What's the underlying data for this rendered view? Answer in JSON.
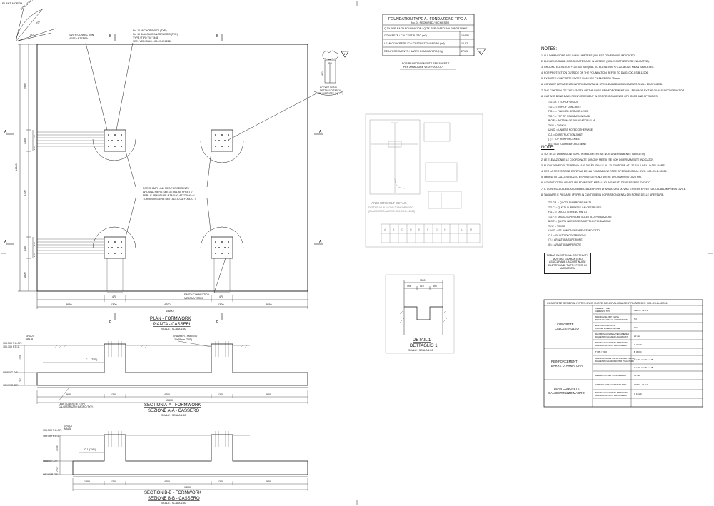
{
  "north": {
    "plant_north": "PLANT NORTH",
    "site_north": "SITE NORTH",
    "label_ss": "SS",
    "angle": "40°"
  },
  "plan": {
    "earth_top": [
      "EARTH CONNECTION",
      "MESSA A TERRA"
    ],
    "bolts_note": [
      "No. 10 ANCHOR BOLTS (TYP.)",
      "No. 10 BULLONI D'ANCORAGGIO (TYP.)",
      "TYPE / TIPO \"M4\" M48",
      "SEE / VEDI DWG. 000-CS-D-12260"
    ],
    "pocket": [
      "POCKET DETAIL",
      "DETTAGLIO TASCA",
      "SEE / VEDI DET. 1 (TYP.)"
    ],
    "shear_note": [
      "FOR SHEAR LINK REINFORCEMENTS",
      "AROUND PIERS SEE DETAIL AT SHEET 7",
      "PER LE ARMATURE A TAGLIO ATTORNO AI",
      "TORRINI VEDERE DETTAGLIO AL FOGLIO 7"
    ],
    "earth_bottom": [
      "EARTH CONNECTION",
      "MESSA A TERRA"
    ],
    "dims_bottom": [
      "3650",
      "1300",
      "4700",
      "1300",
      "3650"
    ],
    "dim_pier": [
      "470",
      "470"
    ],
    "dim_total": "15600",
    "dims_left": [
      "4950",
      "1300",
      "4700",
      "1300",
      "1600"
    ],
    "dim_left_total": "14300",
    "dims_pier_small": [
      "270",
      "270",
      "270",
      "270"
    ],
    "pocket_dims": [
      "350",
      "450"
    ],
    "section_a": "A",
    "section_b": "B",
    "title": "PLAN - FORMWORK",
    "title_it": "PIANTA - CASSERI",
    "scale": "SCALE / SCALA 1:50"
  },
  "foundation_table": {
    "title": "FOUNDATION TYPE A / FONDAZIONE TIPO A",
    "subtitle": "No. 01 REQUIRED / RICHIESTO",
    "header": "Q.TY FOR EACH FOUNDATION / Q.TA' PER CIASCUNA FONDAZIONE",
    "rows": [
      {
        "label": "CONCRETE / CALCESTRUZZO (m³)",
        "value": "154.50"
      },
      {
        "label": "LEAN CONCRETE / CALCESTRUZZO MAGRO (m³)",
        "value": "10.97"
      },
      {
        "label": "REINFORCEMENTS / BARRE DI ARMATURA (Kg)",
        "value": "27128"
      }
    ],
    "rev": "4",
    "reinf_note": [
      "FOR REINFORCEMENTS SEE SHEET 7",
      "PER ARMATURE VEDI FOGLIO 7"
    ]
  },
  "anchor_detail": {
    "title": "ANCHOR BOLT DETAIL",
    "title_it": [
      "DETTAGLIO BULLONE D'ANCORAGGIO",
      "(IN ACCORDO AL DWG. 000-CS-D-12260)"
    ],
    "table_headers": [
      "A",
      "B",
      "C",
      "D",
      "E",
      "F",
      "G",
      "H",
      "I",
      "L",
      "M"
    ]
  },
  "detail1": {
    "dims_top": [
      "495",
      "510",
      "495"
    ],
    "dim_total": "1500",
    "title": "DETAIL 1",
    "title_it": "DETTAGLIO 1",
    "scale": "SCALE / SCALA 1:20"
  },
  "section_aa": {
    "levels": [
      "100.500 T.O.GR.",
      "100.300 F.G.L.",
      "98.800 T.O.F.",
      "98.100 B.O.F."
    ],
    "grout": [
      "GROUT",
      "MALTA"
    ],
    "chamfer": [
      "CHAMFER / SMUSSO",
      "25x25mm (TYP.)"
    ],
    "cj": "C.J. (TYP.)",
    "lean": [
      "LEAN CONCRETE (TYP.)",
      "CALCESTRUZZO MAGRO (TYP.)"
    ],
    "dim_v": [
      "1075",
      "700"
    ],
    "dims": [
      "3650",
      "1300",
      "4700",
      "1300",
      "3650"
    ],
    "total": "15600",
    "title": "SECTION A-A - FORMWORK",
    "title_it": "SEZIONE A-A - CASSERO",
    "scale": "SCALE / SCALA 1:50"
  },
  "section_bb": {
    "levels": [
      "100.500 T.O.GR.",
      "100.300 F.G.L.",
      "98.800 T.O.F.",
      "98.100 B.O.F."
    ],
    "grout": [
      "GROUT",
      "MALTA"
    ],
    "cj": "C.J. (TYP.)",
    "dim_v": [
      "1075",
      "700"
    ],
    "dims": [
      "1950",
      "1300",
      "4700",
      "1300",
      "4650"
    ],
    "total": "14300",
    "title": "SECTION B-B - FORMWORK",
    "title_it": "SEZIONE B-B - CASSERO",
    "scale": "SCALE / SCALA 1:50"
  },
  "notes_en": {
    "title": "NOTES:",
    "items": [
      "1. ALL DIMENSIONS ARE IN MILLIMETERS (UNLESS OTHERWISE INDICATED).",
      "2. ELEVATIONS AND COORDINATES ARE IN METERS (UNLESS OTHERWISE INDICATED).",
      "3. GROUND ELEVATION +100.300 IS EQUAL TO ELEVATION +77.20 ABOVE MEAN SEA LEVEL.",
      "4. FOR PROTECTION OUTSIDE OF THE FOUNDATION REFER TO DWG. 000-CS-B-12206.",
      "5. EXPOSED CONCRETE EDGES SHALL BE CHAMFERED 25 mm.",
      "6. CONTACT BETWEEN REINFORCEMENT AND STEEL EMBEDDED ELEMENTS SHALL BE AVOIDED.",
      "7. THE CONTROL OF THE LENGTH OF THE BARS REINFORCEMENT WILL BE MADE BY THE CIVIL SUBCONTRACTOR.",
      "8. CUT AND BEND BARS REINFORCEMENT IN CORRESPONDENCE OF HOLES AND OPENINGS."
    ],
    "abbr": [
      "T.O.GR. = TOP OF GROUT",
      "T.O.C. = TOP OF CONCRETE",
      "F.G.L. = FINISHED GROUND LEVEL",
      "T.O.F. = TOP OF FOUNDATION SLAB",
      "B.O.F. = BOTTOM OF FOUNDATION SLAB",
      "T.Y.P. = TYPICAL",
      "U.N.O. = UNLESS NOTED OTHERWISE",
      "C.J. = CONSTRUCTION JOINT",
      "(T) = TOP REINFORCEMENT",
      "(B) = BOTTOM REINFORCEMENT"
    ]
  },
  "notes_it": {
    "title": "NOTE:",
    "items": [
      "1. TUTTE LE DIMENSIONI SONO IN MILLIMETRI (SE NON DIVERSAMENTE INDICATO).",
      "2. LE ELEVAZIONI E LE COORDINATE SONO IN METRI (SE NON DIVERSAMENTE INDICATO).",
      "3. ELEVAZIONE DEL TERRENO +100.300 È UGUALE ALL'ELEVAZIONE +77.20 SUL LIVELLO DEL MARE.",
      "4. PER LA PROTEZIONE ESTERNA DELLA FONDAZIONE FARE RIFERIMENTO AL DWG. 000-CS-B-12206.",
      "5. I BORDI DI CALCESTRUZZO ESPOSTI DEVONO AVERE UNO SMUSSO DI 25 mm.",
      "6. CONTATTO TRA ARMATURE ED INSERTI METALLICI INGHISATI DEVE ESSERE EVITATO.",
      "7. IL CONTROLLO DELLA LUNGHEZZA DEI FERRI DI ARMATURA DOVRA' ESSERE EFFETTUATO DALL'IMPRESA CIVILE.",
      "8. TAGLIARE E PIEGARE I FERRI IN CANTIERE IN CORRISPONDENZA DEI FORI E DELLE APERTURE."
    ],
    "abbr": [
      "T.O.GR. = QUOTA SUPERIORE MALTA",
      "T.O.C. = QUOTA SUPERIORE CALCESTRUZZO",
      "F.G.L. = QUOTA TERRENO FINITO",
      "T.O.F. = QUOTA SUPERIORE SOLETTA DI FONDAZIONE",
      "B.O.F. = QUOTA INFERIORE SOLETTA DI FONDAZIONE",
      "T.Y.P. = TIPICO",
      "U.N.O. = SE NON DIVERSAMENTE INDICATO",
      "C.J. = GIUNTO DI COSTRUZIONE",
      "(T) = ARMATURA SUPERIORE",
      "(B) = ARMATURA INFERIORE"
    ]
  },
  "rebar_note": [
    "REBAR ELECTRICAL CONTINUITY",
    "MUST BE GUARANTEED",
    "ASSICURARE LA CONTINUITA'",
    "ELETTRICA DI TUTTI I FERRI DI",
    "ARMATURA"
  ],
  "concrete_table": {
    "title": "CONCRETE GENERAL NOTES DWG / NOTE GENERALI CALCESTRUZZO DIS. 000-CS-B-12206",
    "groups": [
      {
        "label": [
          "CONCRETE",
          "CALCESTRUZZO"
        ],
        "rows": [
          {
            "k": [
              "CEMENT TYPE",
              "CEMENTO TIPO"
            ],
            "v": "CEM I - 42.5 R"
          },
          {
            "k": [
              "MINIMUM SLUMP CLASS",
              "MINIMA CLASSE DI CONSISTENZA"
            ],
            "v": "S4"
          },
          {
            "k": [
              "EXPOSITION CLASS",
              "CLASSE DI ESPOSIZIONE"
            ],
            "v": "XC2"
          },
          {
            "k": [
              "MAXIMUM AGGREGATE DIAMETER",
              "DIAMETRO MASSIMO AGGREGATI"
            ],
            "v": "20 mm"
          },
          {
            "k": [
              "MINIMUM CONCRETE STRENGTH",
              "MINIMA CLASSE DI RESISTENZA"
            ],
            "v": "C 32/40"
          }
        ]
      },
      {
        "label": [
          "REINFORCEMENT",
          "BARRE DI ARMATURA"
        ],
        "rows": [
          {
            "k": [
              "TYPE / TIPO"
            ],
            "v": "B 450 C"
          },
          {
            "k": [
              "MINIMUM DIAMETER for FOLDER CHUCK",
              "DIAMETRO MANDRINO PER PIEGATURA"
            ],
            "v": "Ø ≤ 16 mm   D = 4 Ø"
          },
          {
            "k": [
              "",
              ""
            ],
            "v": "Ø > 16 mm   D = 7 Ø"
          },
          {
            "k": [
              "REBARS COVER / COPRIFERRO"
            ],
            "v": "35 mm"
          }
        ]
      },
      {
        "label": [
          "LEAN CONCRETE",
          "CALCESTRUZZO MAGRO"
        ],
        "rows": [
          {
            "k": [
              "CEMENT TYPE / CEMENTO TIPO"
            ],
            "v": "CEM I - 32.5 N"
          },
          {
            "k": [
              "MINIMUM CONCRETE STRENGTH",
              "MINIMA CLASSE DI RESISTENZA"
            ],
            "v": "C 16/20"
          }
        ]
      }
    ]
  }
}
